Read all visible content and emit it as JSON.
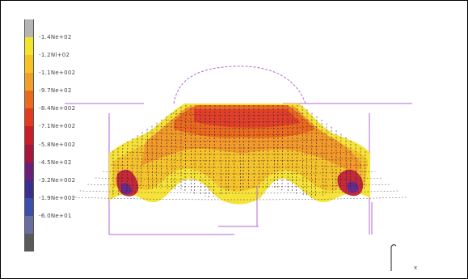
{
  "legend": {
    "colors": [
      "#b5b5b5",
      "#f2e42a",
      "#f5c424",
      "#f0a028",
      "#ea6a1f",
      "#e33a22",
      "#c91f2a",
      "#a8163b",
      "#6a1f79",
      "#3a2f8c",
      "#3d4faa",
      "#6a6e9e",
      "#5a5a5a"
    ],
    "labels": [
      "-1.4Ne+02",
      "-1.2Nl+02",
      "-1.1Ne+002",
      "-9.7Ne+02",
      "-8.4Ne+002",
      "-7.1Ne+002",
      "-5.8Ne+002",
      "-4.5Ne+02",
      "-3.2Ne+002",
      "-1.9Ne+002",
      "-6.0Ne+01"
    ]
  },
  "viewport": {
    "contour_colors": [
      "#f5e33a",
      "#f5c42c",
      "#f29a2a",
      "#ea6a1f",
      "#e0402a",
      "#c42a3a",
      "#6a2a8a"
    ],
    "outline_color": "#b36ad0",
    "axis_triad_label": "x"
  }
}
